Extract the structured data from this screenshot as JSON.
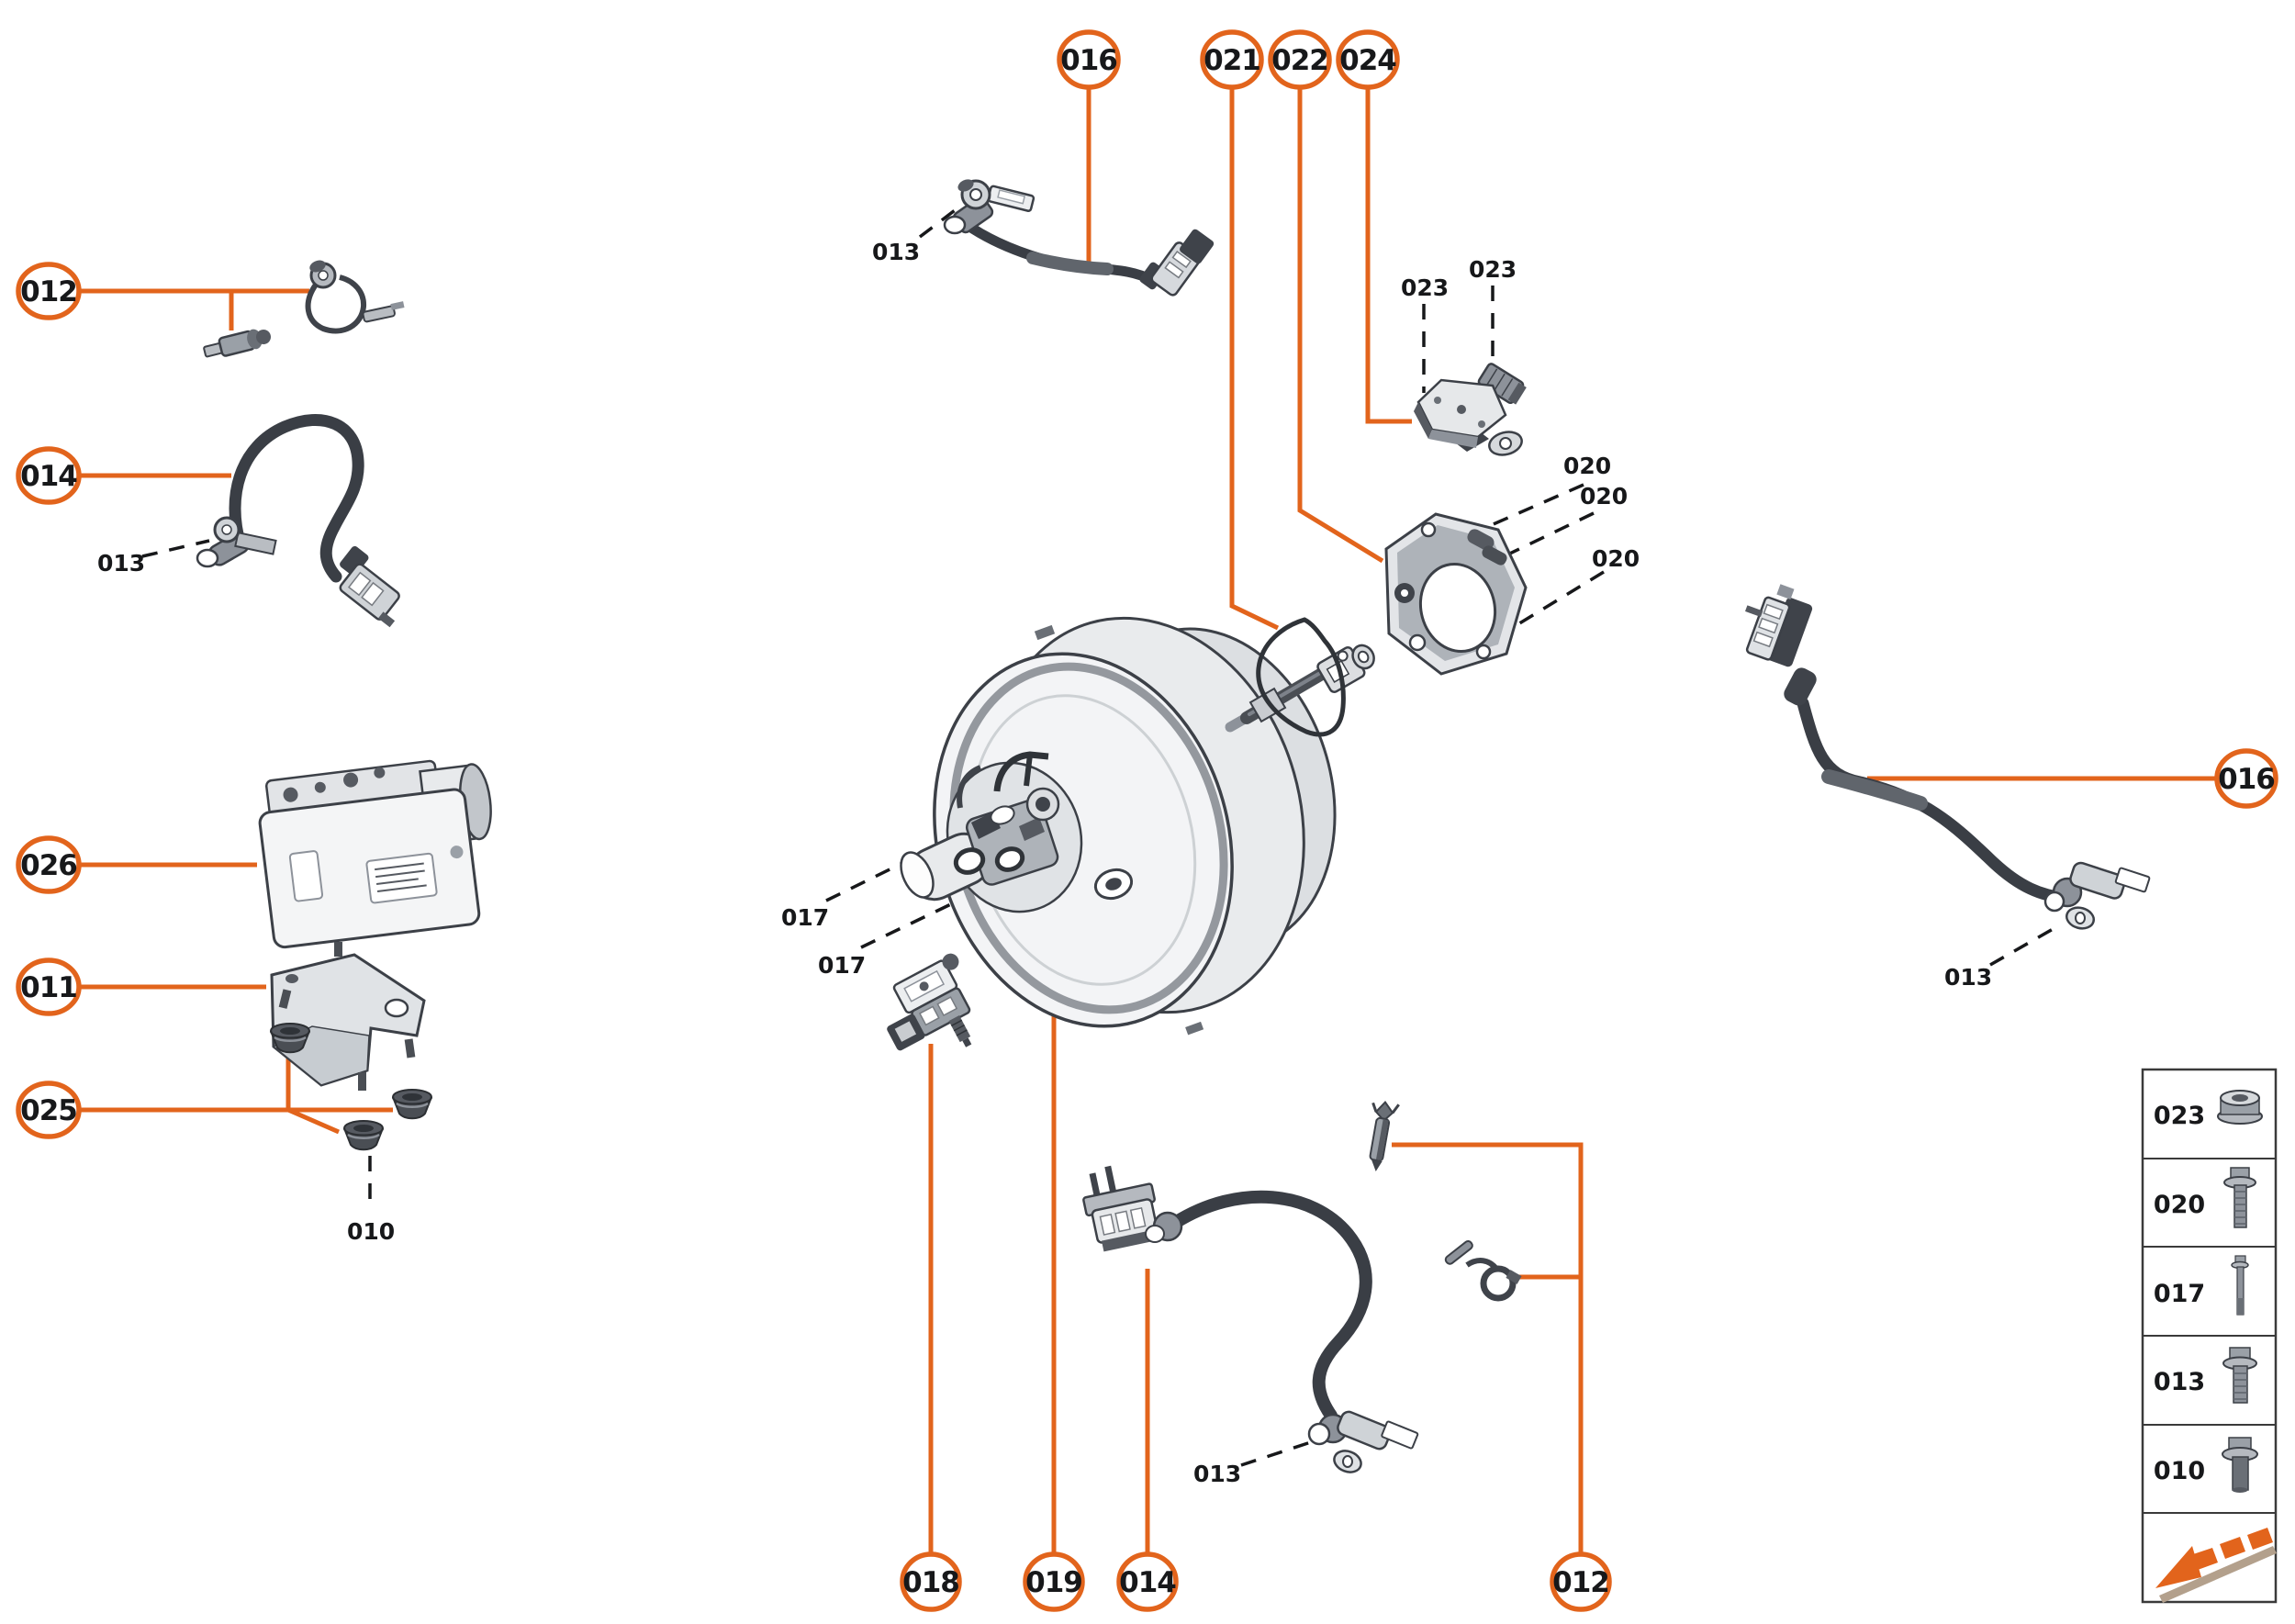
{
  "accent_color": "#E2641C",
  "callouts": {
    "left": [
      {
        "label": "012"
      },
      {
        "label": "014"
      },
      {
        "label": "026"
      },
      {
        "label": "011"
      },
      {
        "label": "025"
      }
    ],
    "top": [
      {
        "label": "016"
      },
      {
        "label": "021"
      },
      {
        "label": "022"
      },
      {
        "label": "024"
      }
    ],
    "right": [
      {
        "label": "016"
      }
    ],
    "bottom": [
      {
        "label": "018"
      },
      {
        "label": "019"
      },
      {
        "label": "014"
      },
      {
        "label": "012"
      }
    ]
  },
  "part_labels": {
    "t013_top": "013",
    "t013_left": "013",
    "t013_bottom": "013",
    "t013_right": "013",
    "t017_a": "017",
    "t017_b": "017",
    "t023_a": "023",
    "t023_b": "023",
    "t020_a": "020",
    "t020_b": "020",
    "t020_c": "020",
    "t010": "010"
  },
  "legend": {
    "rows": [
      {
        "label": "023",
        "icon": "flange-nut-icon"
      },
      {
        "label": "020",
        "icon": "flange-bolt-long-icon"
      },
      {
        "label": "017",
        "icon": "stud-bolt-thin-icon"
      },
      {
        "label": "013",
        "icon": "flange-bolt-icon"
      },
      {
        "label": "010",
        "icon": "flange-bolt-short-icon"
      }
    ],
    "footer_icon": "direction-arrow-icon"
  }
}
